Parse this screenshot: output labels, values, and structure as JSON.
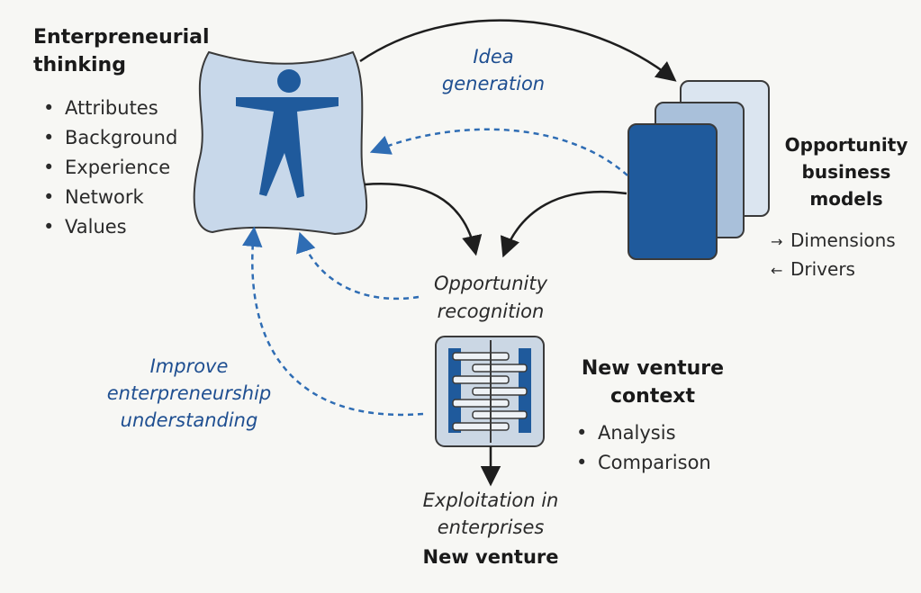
{
  "entrepreneurial_thinking": {
    "title_line1": "Enterpreneurial",
    "title_line2": "thinking",
    "items": [
      "Attributes",
      "Background",
      "Experience",
      "Network",
      "Values"
    ]
  },
  "idea_generation": {
    "line1": "Idea",
    "line2": "generation"
  },
  "opportunity_models": {
    "line1": "Opportunity",
    "line2": "business",
    "line3": "models",
    "items": [
      {
        "icon": "arrow-right-icon",
        "glyph": "→",
        "label": "Dimensions"
      },
      {
        "icon": "arrow-left-icon",
        "glyph": "←",
        "label": "Drivers"
      }
    ]
  },
  "opportunity_recognition": {
    "line1": "Opportunity",
    "line2": "recognition"
  },
  "improve_understanding": {
    "line1": "Improve",
    "line2": "enterpreneurship",
    "line3": "understanding"
  },
  "new_venture_context": {
    "line1": "New venture",
    "line2": "context",
    "items": [
      "Analysis",
      "Comparison"
    ]
  },
  "exploitation": {
    "line1": "Exploitation in",
    "line2": "enterprises",
    "line3": "New venture"
  },
  "colors": {
    "dark_blue": "#1f5a9c",
    "mid_blue": "#a9c0da",
    "light_blue": "#c8d8ea",
    "pale_card": "#dbe5f0",
    "dashed_blue": "#2f6db4",
    "solid_arrow": "#1e1e1e",
    "outline": "#3a3a3a"
  }
}
